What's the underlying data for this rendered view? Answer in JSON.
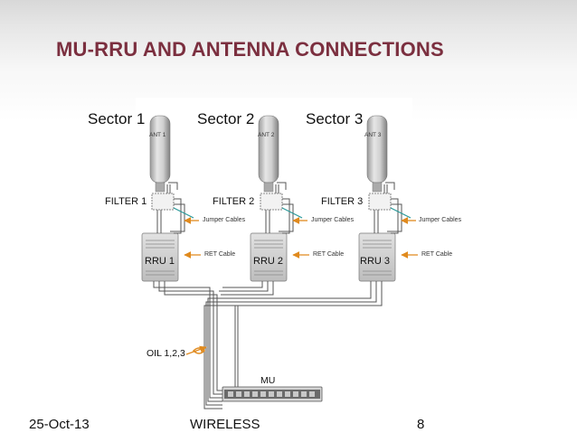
{
  "slide": {
    "title": "MU-RRU AND ANTENNA CONNECTIONS",
    "footer_date": "25-Oct-13",
    "footer_center": "WIRELESS",
    "page_number": "8"
  },
  "colors": {
    "title": "#7b2f3f",
    "callout_arrow": "#e08a1e",
    "cable": "#555555"
  },
  "diagram": {
    "sectors": [
      {
        "name": "Sector 1",
        "antenna": "ANT 1",
        "filter": "FILTER 1",
        "rru": "RRU 1",
        "jumper_label": "Jumper Cables",
        "ret_label": "RET Cable"
      },
      {
        "name": "Sector 2",
        "antenna": "ANT 2",
        "filter": "FILTER 2",
        "rru": "RRU 2",
        "jumper_label": "Jumper Cables",
        "ret_label": "RET Cable"
      },
      {
        "name": "Sector 3",
        "antenna": "ANT 3",
        "filter": "FILTER 3",
        "rru": "RRU 3",
        "jumper_label": "Jumper Cables",
        "ret_label": "RET Cable"
      }
    ],
    "oil_label": "OIL 1,2,3",
    "mu_label": "MU"
  }
}
